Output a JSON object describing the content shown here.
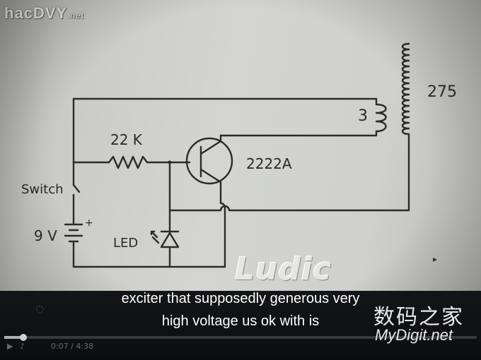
{
  "brand": {
    "name": "hacDVY",
    "tld": ".net"
  },
  "circuit": {
    "labels": {
      "primary_turns": "3",
      "secondary_turns": "275",
      "resistor": "22 K",
      "transistor": "2222A",
      "switch": "Switch",
      "battery": "9 V",
      "battery_plus": "+",
      "led": "LED"
    },
    "logo": "Ludic"
  },
  "video": {
    "subtitle_line1": "exciter that supposedly generous very",
    "subtitle_line2": "high voltage us ok with is",
    "progress": 0.04,
    "time_text": "0:07 / 4:38"
  },
  "watermark": {
    "cn": "数码之家",
    "en": "MyDigit.net"
  },
  "colors": {
    "wire": "#2b2b2b",
    "screen": "#cfd0cb",
    "bar": "#101114"
  }
}
